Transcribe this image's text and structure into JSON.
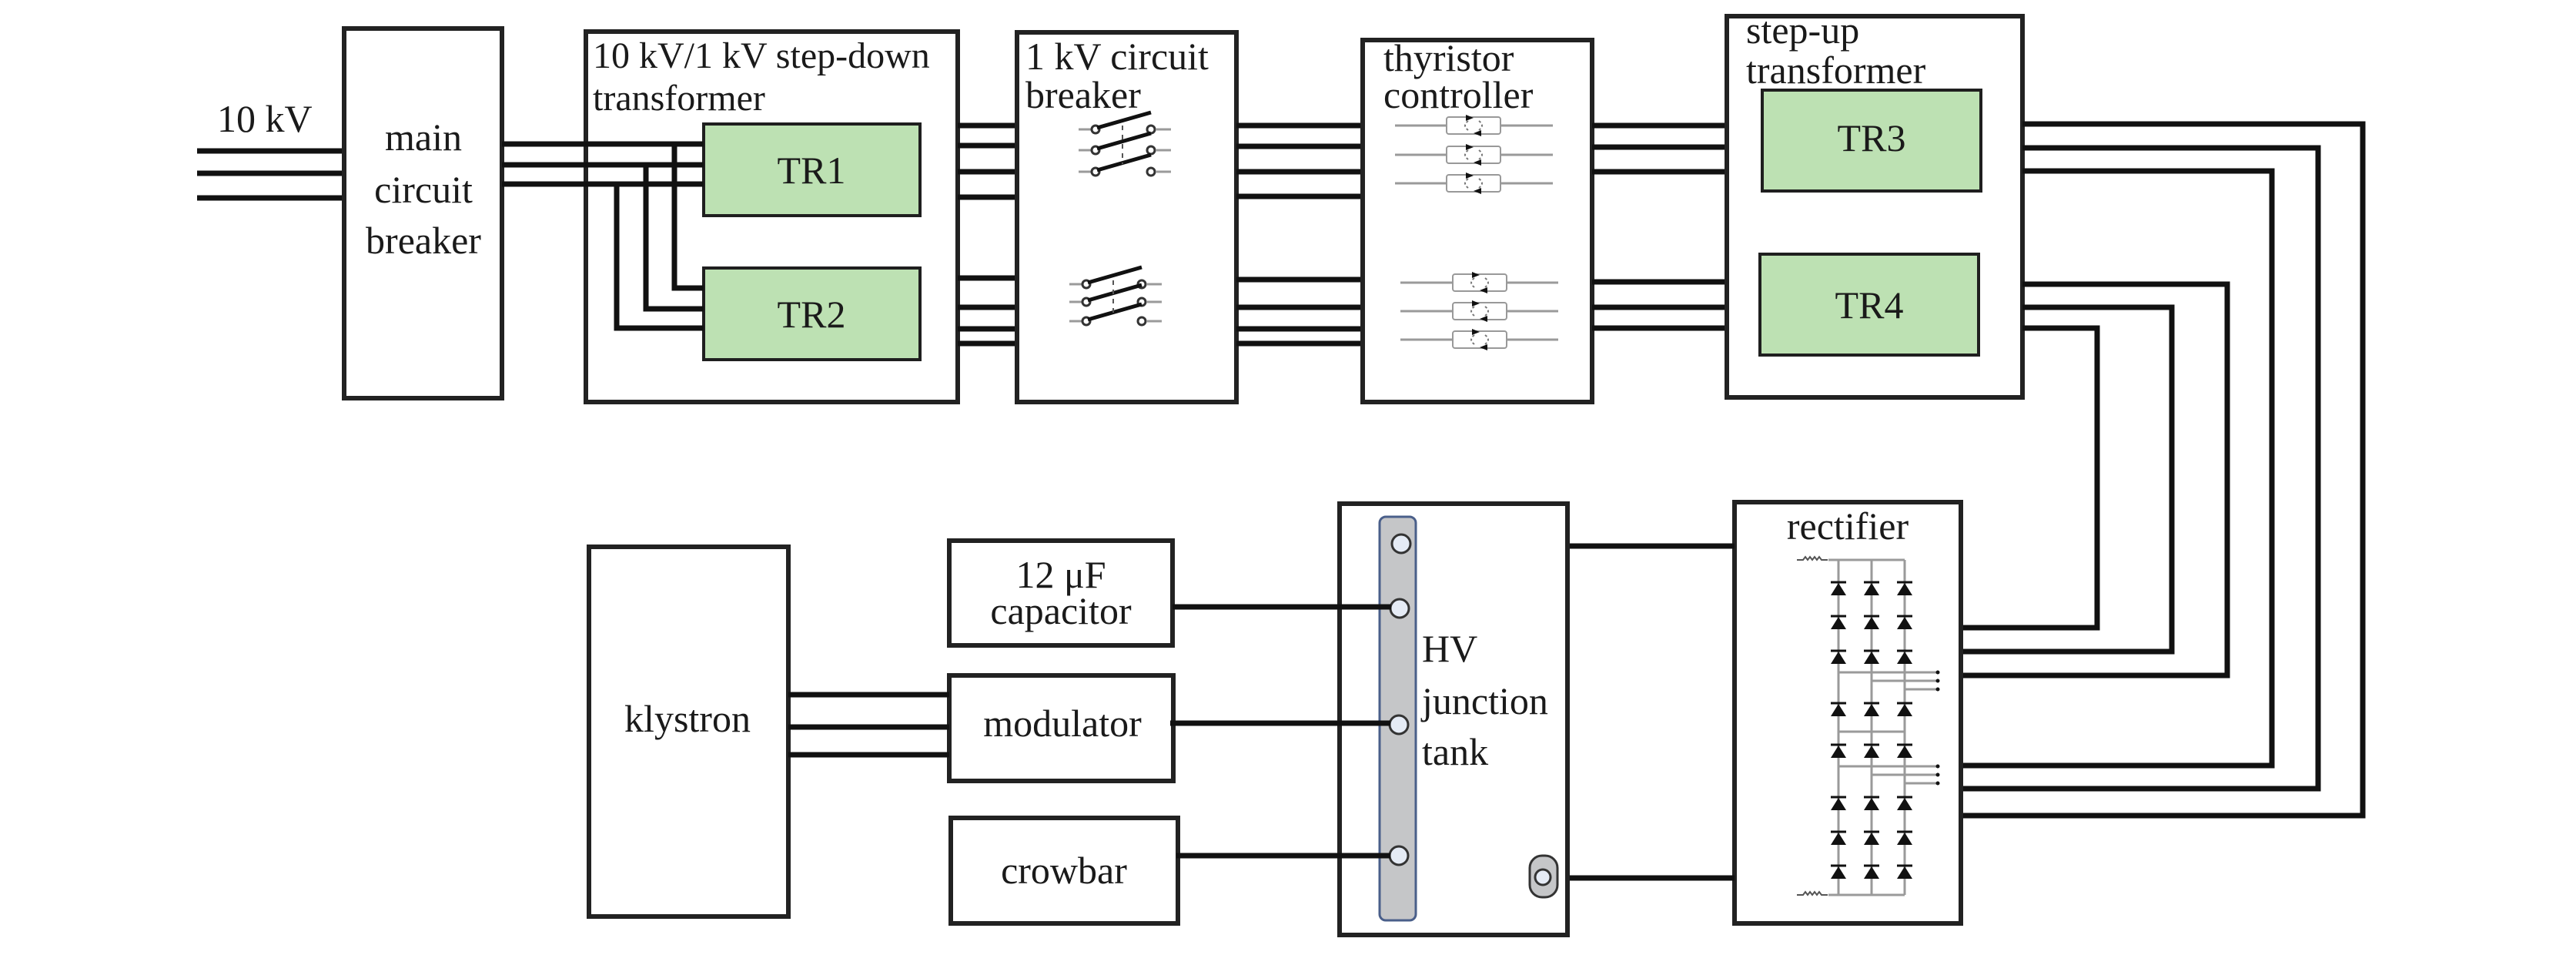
{
  "diagram": {
    "type": "block-diagram",
    "description": "Klystron power supply system",
    "colors": {
      "transformer_fill": "#bde1b3",
      "junction_bar_fill": "#c5c6c8",
      "junction_bar_border": "#4a5f8a",
      "node_fill": "#e5ebf5",
      "line": "#111111"
    },
    "input": {
      "label": "10 kV",
      "phases": 3
    },
    "blocks": {
      "main_breaker": {
        "lines": [
          "main",
          "circuit",
          "breaker"
        ]
      },
      "step_down": {
        "title_lines": [
          "10 kV/1 kV step-down",
          "transformer"
        ],
        "tr1": "TR1",
        "tr2": "TR2"
      },
      "kv_breaker": {
        "title_lines": [
          "1 kV circuit",
          "breaker"
        ],
        "switch_icon": "three-pole-switch-icon",
        "switch_groups": 2
      },
      "thyristor": {
        "title_lines": [
          "thyristor",
          "controller"
        ],
        "icon": "antiparallel-thyristor-icon",
        "groups": 2,
        "per_group": 3
      },
      "step_up": {
        "title_lines": [
          "step-up",
          "transformer"
        ],
        "tr3": "TR3",
        "tr4": "TR4"
      },
      "rectifier": {
        "title": "rectifier",
        "icon": "diode-bridge-icon",
        "columns": 3
      },
      "hv_tank": {
        "lines": [
          "HV",
          "junction",
          "tank"
        ],
        "terminals": 5
      },
      "capacitor": {
        "lines": [
          "12 μF",
          "capacitor"
        ]
      },
      "modulator": {
        "label": "modulator"
      },
      "crowbar": {
        "label": "crowbar"
      },
      "klystron": {
        "label": "klystron"
      }
    },
    "connections": [
      {
        "from": "10 kV input",
        "to": "main circuit breaker",
        "conductors": 3
      },
      {
        "from": "main circuit breaker",
        "to": "TR1",
        "conductors": 3
      },
      {
        "from": "main circuit breaker",
        "to": "TR2",
        "conductors": 3
      },
      {
        "from": "TR1",
        "to": "1 kV circuit breaker",
        "conductors": 4
      },
      {
        "from": "TR2",
        "to": "1 kV circuit breaker",
        "conductors": 4
      },
      {
        "from": "1 kV circuit breaker",
        "to": "thyristor controller",
        "conductors": 8
      },
      {
        "from": "thyristor controller",
        "to": "TR3",
        "conductors": 3
      },
      {
        "from": "thyristor controller",
        "to": "TR4",
        "conductors": 3
      },
      {
        "from": "TR3",
        "to": "rectifier",
        "conductors": 3
      },
      {
        "from": "TR4",
        "to": "rectifier",
        "conductors": 3
      },
      {
        "from": "rectifier",
        "to": "HV junction tank",
        "conductors": 2
      },
      {
        "from": "12 μF capacitor",
        "to": "HV junction tank",
        "conductors": 1
      },
      {
        "from": "modulator",
        "to": "HV junction tank",
        "conductors": 1
      },
      {
        "from": "crowbar",
        "to": "HV junction tank",
        "conductors": 1
      },
      {
        "from": "klystron",
        "to": "modulator",
        "conductors": 3
      }
    ]
  }
}
